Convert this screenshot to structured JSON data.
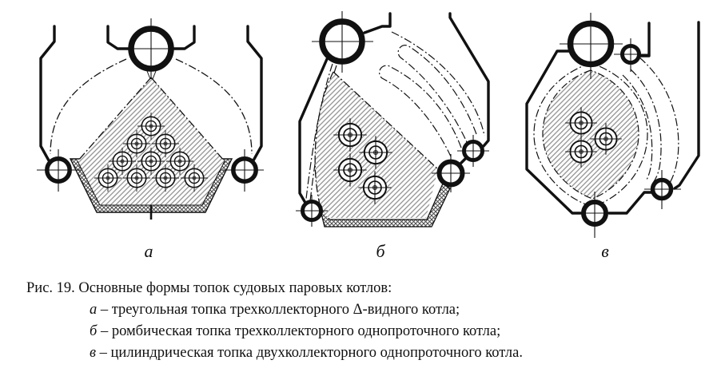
{
  "figure": {
    "panels": [
      {
        "id": "a",
        "label": "а"
      },
      {
        "id": "b",
        "label": "б"
      },
      {
        "id": "v",
        "label": "в"
      }
    ],
    "caption": {
      "title": "Рис. 19. Основные формы топок судовых паровых котлов:",
      "items": [
        {
          "label": "а",
          "text": " – треугольная топка трехколлекторного Δ-видного котла;"
        },
        {
          "label": "б",
          "text": " – ромбическая топка трехколлекторного однопроточного котла;"
        },
        {
          "label": "в",
          "text": " – цилиндрическая топка двухколлекторного однопроточного котла."
        }
      ]
    }
  },
  "colors": {
    "ink": "#111111",
    "paper": "#ffffff",
    "hatch_line": "#8a8a8a",
    "brick_line": "#4a4a4a"
  }
}
